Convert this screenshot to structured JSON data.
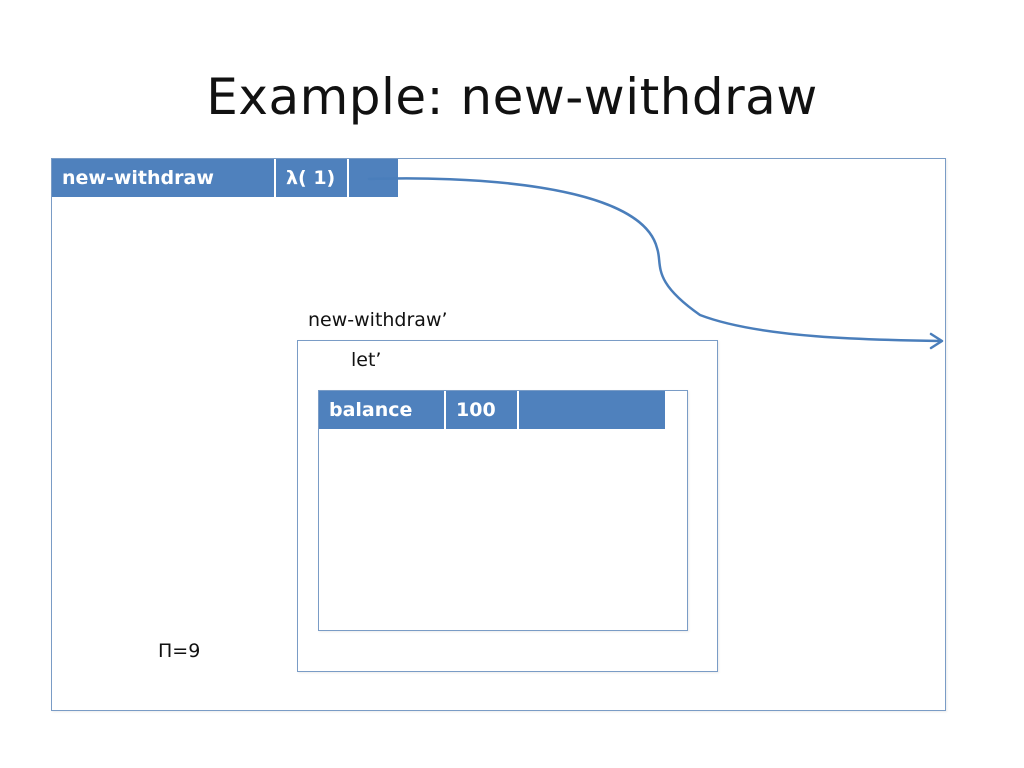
{
  "slide": {
    "title": "Example: new-withdraw"
  },
  "global_frame": {
    "bindings": [
      {
        "name": "new-withdraw",
        "value": "λ( 1)",
        "pointer": ""
      }
    ]
  },
  "procedure_frame": {
    "label": "new-withdraw’",
    "let_label": "let’",
    "bindings": [
      {
        "name": "balance",
        "value": "100",
        "pointer": ""
      }
    ]
  },
  "program_counter": {
    "label": "Π=9"
  },
  "colors": {
    "cell_fill": "#4f81bd",
    "frame_border": "#7a9cc6",
    "arrow": "#4a7ebb"
  }
}
